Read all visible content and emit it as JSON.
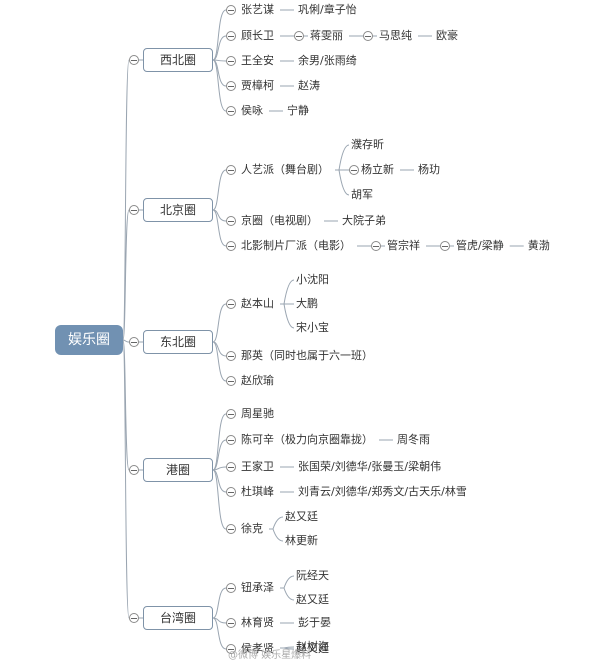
{
  "colors": {
    "root_fill": "#7191b2",
    "branch_border": "#7f93a8",
    "line": "#9aa5b1",
    "text": "#333333"
  },
  "root": {
    "label": "娱乐圈"
  },
  "branches": [
    {
      "label": "西北圈",
      "children": [
        {
          "label": "张艺谋",
          "children": [
            {
              "label": "巩俐/章子怡"
            }
          ]
        },
        {
          "label": "顾长卫",
          "children": [
            {
              "label": "蒋雯丽",
              "children": [
                {
                  "label": "马思纯",
                  "children": [
                    {
                      "label": "欧豪"
                    }
                  ]
                }
              ]
            }
          ]
        },
        {
          "label": "王全安",
          "children": [
            {
              "label": "余男/张雨绮"
            }
          ]
        },
        {
          "label": "贾樟柯",
          "children": [
            {
              "label": "赵涛"
            }
          ]
        },
        {
          "label": "侯咏",
          "children": [
            {
              "label": "宁静"
            }
          ]
        }
      ]
    },
    {
      "label": "北京圈",
      "children": [
        {
          "label": "人艺派（舞台剧）",
          "children": [
            {
              "label": "濮存昕"
            },
            {
              "label": "杨立新",
              "children": [
                {
                  "label": "杨玏"
                }
              ]
            },
            {
              "label": "胡军"
            }
          ]
        },
        {
          "label": "京圈（电视剧）",
          "children": [
            {
              "label": "大院子弟"
            }
          ]
        },
        {
          "label": "北影制片厂派（电影）",
          "children": [
            {
              "label": "管宗祥",
              "children": [
                {
                  "label": "管虎/梁静",
                  "children": [
                    {
                      "label": "黄渤"
                    }
                  ]
                }
              ]
            }
          ]
        }
      ]
    },
    {
      "label": "东北圈",
      "children": [
        {
          "label": "赵本山",
          "children": [
            {
              "label": "小沈阳"
            },
            {
              "label": "大鹏"
            },
            {
              "label": "宋小宝"
            }
          ]
        },
        {
          "label": "那英（同时也属于六一班）"
        },
        {
          "label": "赵欣瑜"
        }
      ]
    },
    {
      "label": "港圈",
      "children": [
        {
          "label": "周星驰"
        },
        {
          "label": "陈可辛（极力向京圈靠拢）",
          "children": [
            {
              "label": "周冬雨"
            }
          ]
        },
        {
          "label": "王家卫",
          "children": [
            {
              "label": "张国荣/刘德华/张曼玉/梁朝伟"
            }
          ]
        },
        {
          "label": "杜琪峰",
          "children": [
            {
              "label": "刘青云/刘德华/郑秀文/古天乐/林雪"
            }
          ]
        },
        {
          "label": "徐克",
          "children": [
            {
              "label": "赵又廷"
            },
            {
              "label": "林更新"
            }
          ]
        }
      ]
    },
    {
      "label": "台湾圈",
      "children": [
        {
          "label": "钮承泽",
          "children": [
            {
              "label": "阮经天"
            },
            {
              "label": "赵又廷"
            }
          ]
        },
        {
          "label": "林育贤",
          "children": [
            {
              "label": "彭于晏"
            }
          ]
        },
        {
          "label": "侯孝贤",
          "children": [
            {
              "label": "赵树海"
            },
            {
              "label": "赵又廷"
            }
          ]
        }
      ]
    }
  ],
  "watermark": "@微博 娱乐星爆料"
}
